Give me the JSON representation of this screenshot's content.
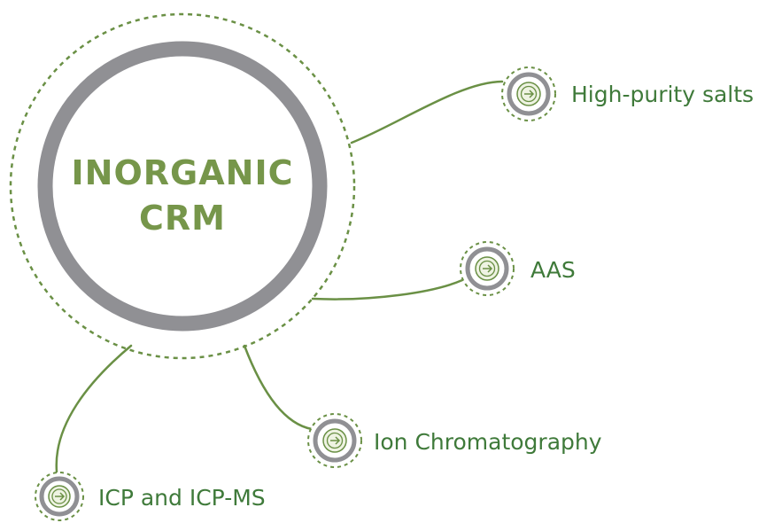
{
  "center": {
    "title_line1": "INORGANIC",
    "title_line2": "CRM"
  },
  "nodes": [
    {
      "id": "high-purity-salts",
      "label": "High-purity salts",
      "icon": "arrow-right-circle-icon"
    },
    {
      "id": "aas",
      "label": "AAS",
      "icon": "arrow-right-circle-icon"
    },
    {
      "id": "ion-chromatography",
      "label": "Ion Chromatography",
      "icon": "arrow-right-circle-icon"
    },
    {
      "id": "icp-and-icp-ms",
      "label": "ICP and ICP-MS",
      "icon": "arrow-right-circle-icon"
    }
  ],
  "colors": {
    "accent_green": "#6a9045",
    "title_green": "#76964a",
    "label_green": "#3f7a3a",
    "ring_gray": "#909094",
    "icon_fill": "#eef3e2"
  }
}
